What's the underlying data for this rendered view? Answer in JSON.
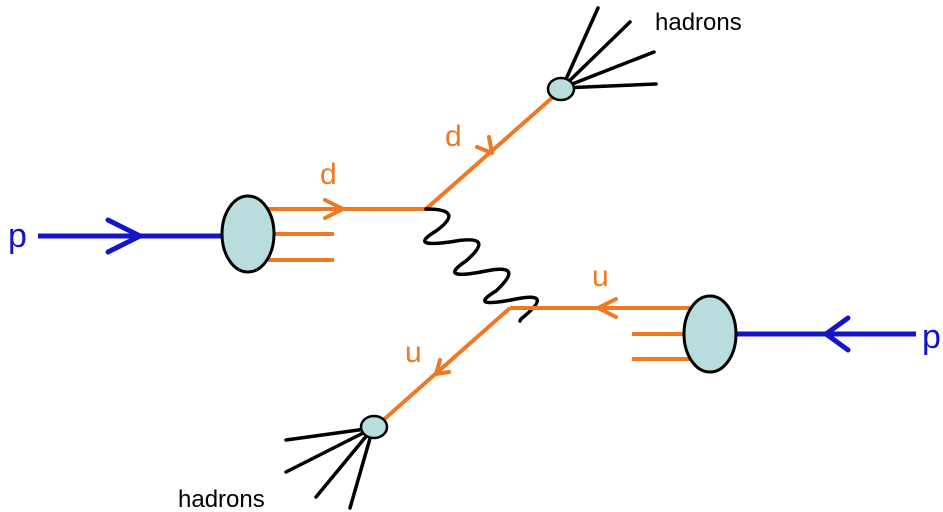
{
  "labels": {
    "proton_left": "p",
    "proton_right": "p",
    "quark_in_left": "d",
    "quark_out_up": "d",
    "quark_in_right": "u",
    "quark_out_down": "u",
    "hadrons_top": "hadrons",
    "hadrons_bottom": "hadrons"
  },
  "colors": {
    "proton_line": "#1414c8",
    "quark_line": "#f07820",
    "gluon": "#000000",
    "jet": "#000000",
    "blob_fill": "#b9dcdc",
    "blob_stroke": "#000000"
  },
  "icons": {
    "left_proton_blob": "ellipse",
    "right_proton_blob": "ellipse",
    "jet_vertex": "small-ellipse",
    "gluon": "coil"
  }
}
